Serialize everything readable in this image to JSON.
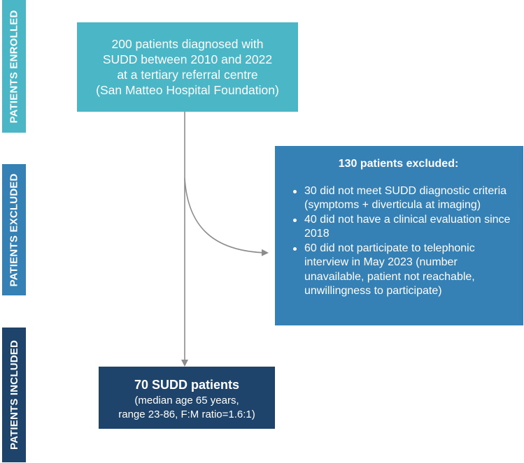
{
  "side_labels": {
    "enrolled": "PATIENTS ENROLLED",
    "excluded": "PATIENTS EXCLUDED",
    "included": "PATIENTS INCLUDED"
  },
  "enrolled_box": {
    "line1": "200 patients diagnosed with",
    "line2": "SUDD between 2010 and 2022",
    "line3": "at a tertiary referral centre",
    "line4": "(San Matteo Hospital Foundation)"
  },
  "excluded_box": {
    "title": "130 patients excluded:",
    "items": [
      "30 did not meet SUDD diagnostic criteria (symptoms + diverticula at imaging)",
      "40 did not have a clinical evaluation since 2018",
      "60 did not participate to telephonic interview in May 2023 (number unavailable, patient not reachable, unwillingness to participate)"
    ]
  },
  "included_box": {
    "title": "70 SUDD patients",
    "line1": "(median age 65 years,",
    "line2": "range 23-86, F:M ratio=1.6:1)"
  },
  "colors": {
    "enrolled": "#4ab6c6",
    "excluded": "#3580b4",
    "included": "#1f446c",
    "connector": "#8c8c8c"
  }
}
